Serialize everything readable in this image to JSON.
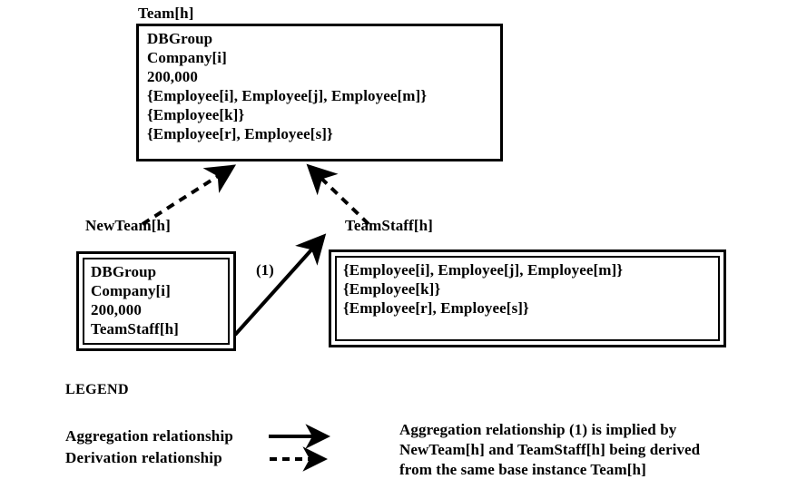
{
  "diagram": {
    "base_entity": {
      "label": "Team[h]",
      "lines": [
        "DBGroup",
        "Company[i]",
        "200,000",
        "{Employee[i], Employee[j], Employee[m]}",
        "{Employee[k]}",
        "{Employee[r], Employee[s]}"
      ]
    },
    "derived_entity_left": {
      "label": "NewTeam[h]",
      "lines": [
        "DBGroup",
        "Company[i]",
        "200,000",
        "TeamStaff[h]"
      ]
    },
    "derived_entity_right": {
      "label": "TeamStaff[h]",
      "lines": [
        "{Employee[i], Employee[j], Employee[m]}",
        "{Employee[k]}",
        "{Employee[r], Employee[s]}"
      ]
    },
    "edge_label_aggregation": "(1)"
  },
  "legend": {
    "title": "LEGEND",
    "items": [
      {
        "label": "Aggregation relationship",
        "icon": "solid-arrow-icon"
      },
      {
        "label": "Derivation relationship",
        "icon": "dashed-arrow-icon"
      }
    ],
    "note_lines": [
      "Aggregation relationship (1) is implied by",
      "NewTeam[h] and TeamStaff[h] being derived",
      "from the same base instance Team[h]"
    ]
  },
  "colors": {
    "ink": "#000000",
    "paper": "#ffffff"
  }
}
